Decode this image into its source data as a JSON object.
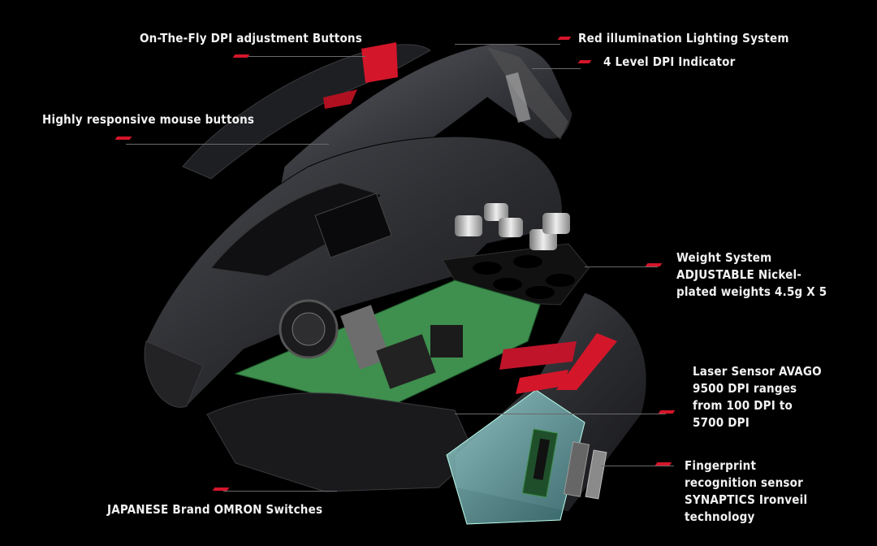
{
  "callouts": {
    "dpi_buttons": "On-The-Fly DPI adjustment Buttons",
    "red_lighting": "Red illumination Lighting System",
    "dpi_indicator": "4 Level DPI Indicator",
    "mouse_buttons": "Highly responsive mouse buttons",
    "weight_system": [
      "Weight System",
      "ADJUSTABLE Nickel-",
      "plated weights 4.5g X 5"
    ],
    "laser_sensor": [
      "Laser Sensor AVAGO",
      "9500 DPI ranges",
      "from 100 DPI to",
      "5700 DPI"
    ],
    "fingerprint": [
      "Fingerprint",
      "recognition sensor",
      "SYNAPTICS Ironveil",
      "technology"
    ],
    "omron_switches": "JAPANESE Brand OMRON Switches"
  },
  "colors": {
    "background": "#000000",
    "accent_red": "#d4162a",
    "shell_dark": "#2a2b2e",
    "pcb_green": "#3f8f4e",
    "glass_cyan": "#7fbfc2"
  }
}
